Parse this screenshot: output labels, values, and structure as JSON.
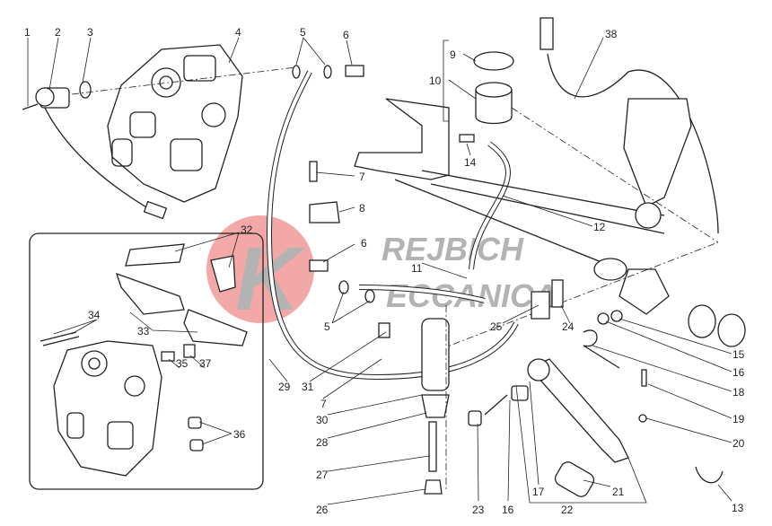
{
  "diagram": {
    "labels": {
      "l1": "1",
      "l2": "2",
      "l3": "3",
      "l4": "4",
      "l5a": "5",
      "l6a": "6",
      "l38": "38",
      "l9": "9",
      "l10": "10",
      "l7a": "7",
      "l8": "8",
      "l14": "14",
      "l12": "12",
      "l32": "32",
      "l6b": "6",
      "l11": "11",
      "l34": "34",
      "l33": "33",
      "l5b": "5",
      "l25": "25",
      "l24": "24",
      "l15": "15",
      "l16a": "16",
      "l18": "18",
      "l19": "19",
      "l20": "20",
      "l35": "35",
      "l37": "37",
      "l29": "29",
      "l31": "31",
      "l7b": "7",
      "l30": "30",
      "l36": "36",
      "l28": "28",
      "l27": "27",
      "l23": "23",
      "l16b": "16",
      "l17": "17",
      "l21": "21",
      "l22": "22",
      "l26": "26",
      "l13": "13"
    },
    "watermark": {
      "line1": "REJBICH",
      "line2": "ECCANICA",
      "initial": "K",
      "circle_color": "#f08c8c",
      "text_color": "#9a9a9a"
    }
  }
}
